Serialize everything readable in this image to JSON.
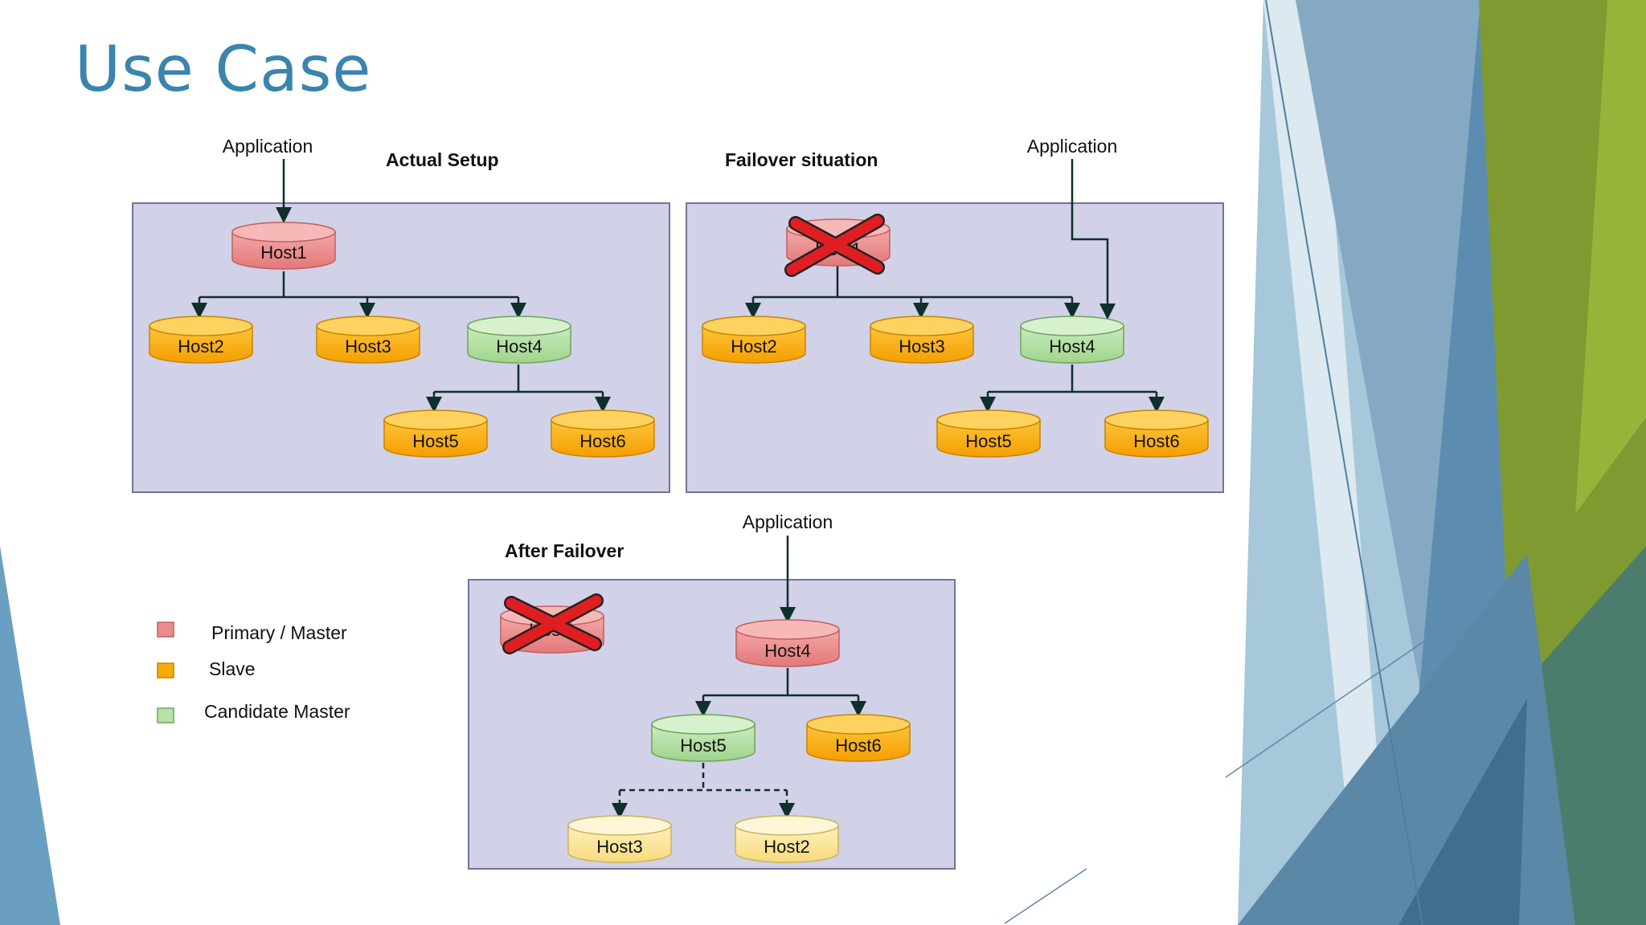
{
  "slide": {
    "title": "Use Case"
  },
  "colors": {
    "title": "#3a84ad",
    "panel_fill": "#d1d1e8",
    "panel_border": "#737398",
    "connector": "#0f2f2a",
    "primary": "#ec8d8d",
    "slave": "#f7ab06",
    "candidate": "#b6e2a6",
    "demoted_slave": "#fbe7a0",
    "failed_mark": "#e01e22"
  },
  "legend": [
    {
      "role": "primary",
      "label": "Primary / Master"
    },
    {
      "role": "slave",
      "label": "Slave"
    },
    {
      "role": "candidate",
      "label": "Candidate Master"
    }
  ],
  "panels": {
    "actual": {
      "title": "Actual Setup",
      "app_label": "Application",
      "hosts": [
        {
          "label": "Host1",
          "role": "primary"
        },
        {
          "label": "Host2",
          "role": "slave"
        },
        {
          "label": "Host3",
          "role": "slave"
        },
        {
          "label": "Host4",
          "role": "candidate"
        },
        {
          "label": "Host5",
          "role": "slave"
        },
        {
          "label": "Host6",
          "role": "slave"
        }
      ]
    },
    "failover": {
      "title": "Failover situation",
      "app_label": "Application",
      "failed_host": {
        "label": "Host1",
        "role": "primary",
        "status": "failed"
      },
      "hosts": [
        {
          "label": "Host2",
          "role": "slave"
        },
        {
          "label": "Host3",
          "role": "slave"
        },
        {
          "label": "Host4",
          "role": "candidate"
        },
        {
          "label": "Host5",
          "role": "slave"
        },
        {
          "label": "Host6",
          "role": "slave"
        }
      ]
    },
    "after": {
      "title": "After Failover",
      "app_label": "Application",
      "failed_host": {
        "label": "Host1",
        "role": "primary",
        "status": "failed"
      },
      "hosts": [
        {
          "label": "Host4",
          "role": "primary"
        },
        {
          "label": "Host5",
          "role": "candidate"
        },
        {
          "label": "Host6",
          "role": "slave"
        },
        {
          "label": "Host3",
          "role": "demoted_slave"
        },
        {
          "label": "Host2",
          "role": "demoted_slave"
        }
      ]
    }
  }
}
